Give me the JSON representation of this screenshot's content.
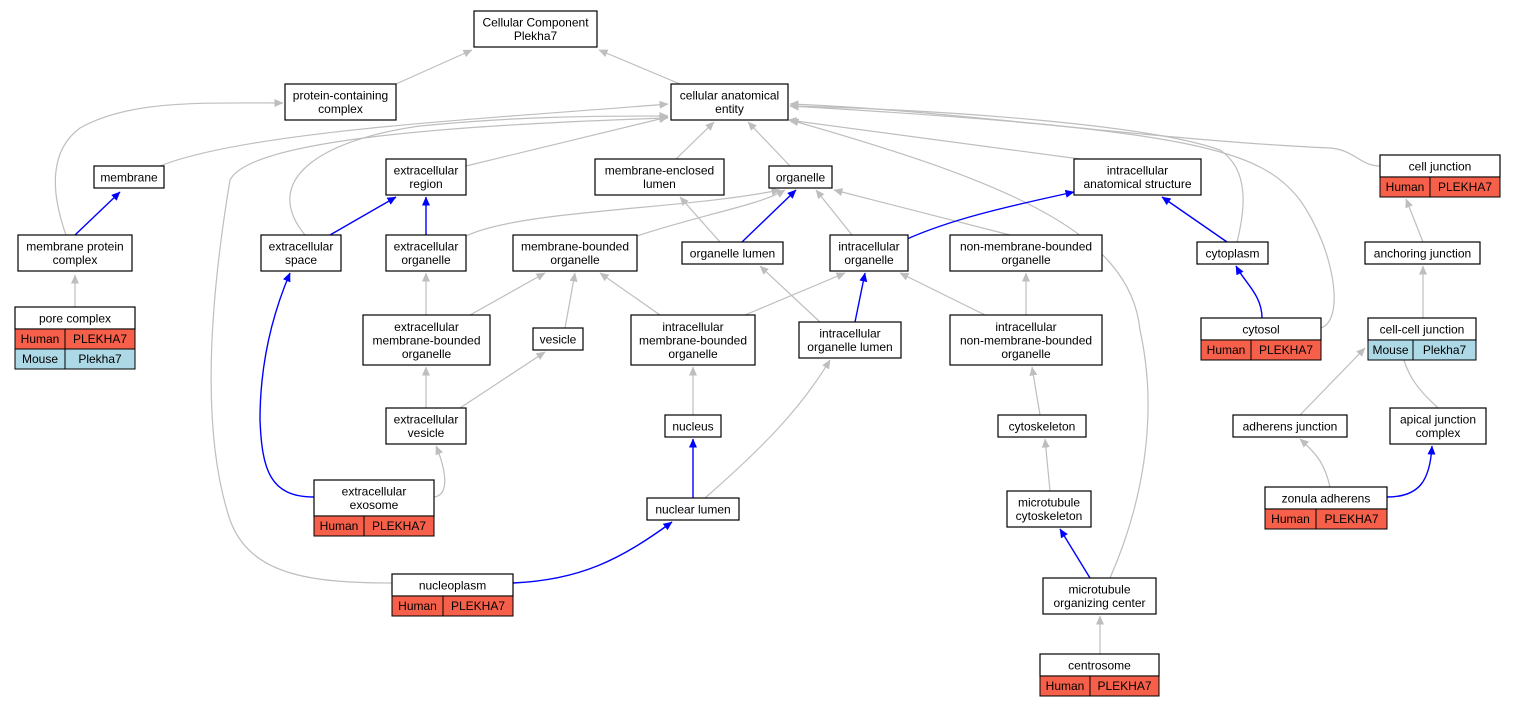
{
  "nodes": [
    {
      "id": "root",
      "lines": [
        "Cellular Component",
        "Plekha7"
      ]
    },
    {
      "id": "protein-containing-complex",
      "lines": [
        "protein-containing",
        "complex"
      ]
    },
    {
      "id": "cellular-anatomical-entity",
      "lines": [
        "cellular anatomical",
        "entity"
      ]
    },
    {
      "id": "membrane",
      "lines": [
        "membrane"
      ]
    },
    {
      "id": "extracellular-region",
      "lines": [
        "extracellular",
        "region"
      ]
    },
    {
      "id": "membrane-enclosed-lumen",
      "lines": [
        "membrane-enclosed",
        "lumen"
      ]
    },
    {
      "id": "organelle",
      "lines": [
        "organelle"
      ]
    },
    {
      "id": "intracellular-anatomical-structure",
      "lines": [
        "intracellular",
        "anatomical structure"
      ]
    },
    {
      "id": "cell-junction",
      "lines": [
        "cell junction"
      ],
      "annot": [
        [
          "Human",
          "PLEKHA7"
        ]
      ]
    },
    {
      "id": "membrane-protein-complex",
      "lines": [
        "membrane protein",
        "complex"
      ]
    },
    {
      "id": "extracellular-space",
      "lines": [
        "extracellular",
        "space"
      ]
    },
    {
      "id": "extracellular-organelle",
      "lines": [
        "extracellular",
        "organelle"
      ]
    },
    {
      "id": "membrane-bounded-organelle",
      "lines": [
        "membrane-bounded",
        "organelle"
      ]
    },
    {
      "id": "organelle-lumen",
      "lines": [
        "organelle lumen"
      ]
    },
    {
      "id": "intracellular-organelle",
      "lines": [
        "intracellular",
        "organelle"
      ]
    },
    {
      "id": "non-membrane-bounded-organelle",
      "lines": [
        "non-membrane-bounded",
        "organelle"
      ]
    },
    {
      "id": "cytoplasm",
      "lines": [
        "cytoplasm"
      ]
    },
    {
      "id": "anchoring-junction",
      "lines": [
        "anchoring junction"
      ]
    },
    {
      "id": "pore-complex",
      "lines": [
        "pore complex"
      ],
      "annot": [
        [
          "Human",
          "PLEKHA7"
        ],
        [
          "Mouse",
          "Plekha7"
        ]
      ]
    },
    {
      "id": "extracellular-membrane-bounded-organelle",
      "lines": [
        "extracellular",
        "membrane-bounded",
        "organelle"
      ]
    },
    {
      "id": "vesicle",
      "lines": [
        "vesicle"
      ]
    },
    {
      "id": "intracellular-membrane-bounded-organelle",
      "lines": [
        "intracellular",
        "membrane-bounded",
        "organelle"
      ]
    },
    {
      "id": "intracellular-organelle-lumen",
      "lines": [
        "intracellular",
        "organelle lumen"
      ]
    },
    {
      "id": "intracellular-non-membrane-bounded-organelle",
      "lines": [
        "intracellular",
        "non-membrane-bounded",
        "organelle"
      ]
    },
    {
      "id": "cytosol",
      "lines": [
        "cytosol"
      ],
      "annot": [
        [
          "Human",
          "PLEKHA7"
        ]
      ]
    },
    {
      "id": "cell-cell-junction",
      "lines": [
        "cell-cell junction"
      ],
      "annot": [
        [
          "Mouse",
          "Plekha7"
        ]
      ]
    },
    {
      "id": "extracellular-vesicle",
      "lines": [
        "extracellular",
        "vesicle"
      ]
    },
    {
      "id": "nucleus",
      "lines": [
        "nucleus"
      ]
    },
    {
      "id": "cytoskeleton",
      "lines": [
        "cytoskeleton"
      ]
    },
    {
      "id": "adherens-junction",
      "lines": [
        "adherens junction"
      ]
    },
    {
      "id": "apical-junction-complex",
      "lines": [
        "apical junction",
        "complex"
      ]
    },
    {
      "id": "extracellular-exosome",
      "lines": [
        "extracellular",
        "exosome"
      ],
      "annot": [
        [
          "Human",
          "PLEKHA7"
        ]
      ]
    },
    {
      "id": "nuclear-lumen",
      "lines": [
        "nuclear lumen"
      ]
    },
    {
      "id": "microtubule-cytoskeleton",
      "lines": [
        "microtubule",
        "cytoskeleton"
      ]
    },
    {
      "id": "zonula-adherens",
      "lines": [
        "zonula adherens"
      ],
      "annot": [
        [
          "Human",
          "PLEKHA7"
        ]
      ]
    },
    {
      "id": "nucleoplasm",
      "lines": [
        "nucleoplasm"
      ],
      "annot": [
        [
          "Human",
          "PLEKHA7"
        ]
      ]
    },
    {
      "id": "microtubule-organizing-center",
      "lines": [
        "microtubule",
        "organizing center"
      ]
    },
    {
      "id": "centrosome",
      "lines": [
        "centrosome"
      ],
      "annot": [
        [
          "Human",
          "PLEKHA7"
        ]
      ]
    }
  ],
  "edges": [
    {
      "from": "protein-containing-complex",
      "to": "root",
      "rel": "is_a"
    },
    {
      "from": "cellular-anatomical-entity",
      "to": "root",
      "rel": "is_a"
    },
    {
      "from": "membrane-protein-complex",
      "to": "protein-containing-complex",
      "rel": "is_a"
    },
    {
      "from": "membrane",
      "to": "cellular-anatomical-entity",
      "rel": "is_a"
    },
    {
      "from": "extracellular-region",
      "to": "cellular-anatomical-entity",
      "rel": "is_a"
    },
    {
      "from": "membrane-enclosed-lumen",
      "to": "cellular-anatomical-entity",
      "rel": "is_a"
    },
    {
      "from": "organelle",
      "to": "cellular-anatomical-entity",
      "rel": "is_a"
    },
    {
      "from": "intracellular-anatomical-structure",
      "to": "cellular-anatomical-entity",
      "rel": "is_a"
    },
    {
      "from": "cell-junction",
      "to": "cellular-anatomical-entity",
      "rel": "is_a"
    },
    {
      "from": "extracellular-space",
      "to": "cellular-anatomical-entity",
      "rel": "is_a"
    },
    {
      "from": "nucleoplasm",
      "to": "cellular-anatomical-entity",
      "rel": "is_a"
    },
    {
      "from": "microtubule-organizing-center",
      "to": "cellular-anatomical-entity",
      "rel": "is_a"
    },
    {
      "from": "cytoplasm",
      "to": "cellular-anatomical-entity",
      "rel": "is_a"
    },
    {
      "from": "cytosol",
      "to": "cellular-anatomical-entity",
      "rel": "is_a"
    },
    {
      "from": "membrane-protein-complex",
      "to": "membrane",
      "rel": "part_of"
    },
    {
      "from": "pore-complex",
      "to": "membrane-protein-complex",
      "rel": "is_a"
    },
    {
      "from": "extracellular-space",
      "to": "extracellular-region",
      "rel": "part_of"
    },
    {
      "from": "extracellular-organelle",
      "to": "extracellular-region",
      "rel": "part_of"
    },
    {
      "from": "extracellular-organelle",
      "to": "organelle",
      "rel": "is_a"
    },
    {
      "from": "membrane-bounded-organelle",
      "to": "organelle",
      "rel": "is_a"
    },
    {
      "from": "organelle-lumen",
      "to": "membrane-enclosed-lumen",
      "rel": "is_a"
    },
    {
      "from": "organelle-lumen",
      "to": "organelle",
      "rel": "part_of"
    },
    {
      "from": "intracellular-organelle",
      "to": "organelle",
      "rel": "is_a"
    },
    {
      "from": "non-membrane-bounded-organelle",
      "to": "organelle",
      "rel": "is_a"
    },
    {
      "from": "intracellular-organelle",
      "to": "intracellular-anatomical-structure",
      "rel": "part_of"
    },
    {
      "from": "cytoplasm",
      "to": "intracellular-anatomical-structure",
      "rel": "part_of"
    },
    {
      "from": "anchoring-junction",
      "to": "cell-junction",
      "rel": "is_a"
    },
    {
      "from": "extracellular-membrane-bounded-organelle",
      "to": "extracellular-organelle",
      "rel": "is_a"
    },
    {
      "from": "extracellular-membrane-bounded-organelle",
      "to": "membrane-bounded-organelle",
      "rel": "is_a"
    },
    {
      "from": "vesicle",
      "to": "membrane-bounded-organelle",
      "rel": "is_a"
    },
    {
      "from": "intracellular-membrane-bounded-organelle",
      "to": "membrane-bounded-organelle",
      "rel": "is_a"
    },
    {
      "from": "intracellular-membrane-bounded-organelle",
      "to": "intracellular-organelle",
      "rel": "is_a"
    },
    {
      "from": "intracellular-organelle-lumen",
      "to": "organelle-lumen",
      "rel": "is_a"
    },
    {
      "from": "intracellular-organelle-lumen",
      "to": "intracellular-organelle",
      "rel": "part_of"
    },
    {
      "from": "intracellular-non-membrane-bounded-organelle",
      "to": "intracellular-organelle",
      "rel": "is_a"
    },
    {
      "from": "intracellular-non-membrane-bounded-organelle",
      "to": "non-membrane-bounded-organelle",
      "rel": "is_a"
    },
    {
      "from": "cytosol",
      "to": "cytoplasm",
      "rel": "part_of"
    },
    {
      "from": "cell-cell-junction",
      "to": "anchoring-junction",
      "rel": "is_a"
    },
    {
      "from": "extracellular-vesicle",
      "to": "extracellular-membrane-bounded-organelle",
      "rel": "is_a"
    },
    {
      "from": "extracellular-vesicle",
      "to": "vesicle",
      "rel": "is_a"
    },
    {
      "from": "nucleus",
      "to": "intracellular-membrane-bounded-organelle",
      "rel": "is_a"
    },
    {
      "from": "cytoskeleton",
      "to": "intracellular-non-membrane-bounded-organelle",
      "rel": "is_a"
    },
    {
      "from": "adherens-junction",
      "to": "cell-cell-junction",
      "rel": "is_a"
    },
    {
      "from": "apical-junction-complex",
      "to": "cell-cell-junction",
      "rel": "is_a"
    },
    {
      "from": "extracellular-exosome",
      "to": "extracellular-space",
      "rel": "part_of"
    },
    {
      "from": "extracellular-exosome",
      "to": "extracellular-vesicle",
      "rel": "is_a"
    },
    {
      "from": "nuclear-lumen",
      "to": "nucleus",
      "rel": "part_of"
    },
    {
      "from": "nuclear-lumen",
      "to": "intracellular-organelle-lumen",
      "rel": "is_a"
    },
    {
      "from": "microtubule-cytoskeleton",
      "to": "cytoskeleton",
      "rel": "is_a"
    },
    {
      "from": "zonula-adherens",
      "to": "adherens-junction",
      "rel": "is_a"
    },
    {
      "from": "zonula-adherens",
      "to": "apical-junction-complex",
      "rel": "part_of"
    },
    {
      "from": "nucleoplasm",
      "to": "nuclear-lumen",
      "rel": "part_of"
    },
    {
      "from": "microtubule-organizing-center",
      "to": "microtubule-cytoskeleton",
      "rel": "part_of"
    },
    {
      "from": "centrosome",
      "to": "microtubule-organizing-center",
      "rel": "is_a"
    }
  ],
  "colors": {
    "is_a": "#bebebe",
    "part_of": "#0000ff",
    "Human": "#f6604a",
    "Mouse": "#add8e6"
  }
}
